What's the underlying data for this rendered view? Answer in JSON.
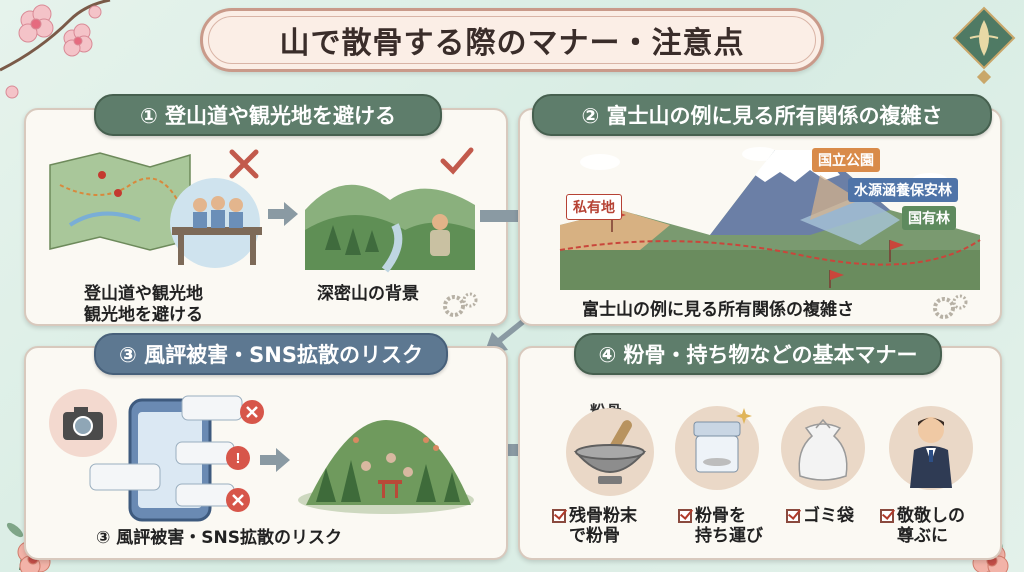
{
  "title": "山で散骨する際のマナー・注意点",
  "panel1": {
    "header": "① 登山道や観光地を避ける",
    "caption_left": "登山道や観光地\n観光地を避ける",
    "caption_right": "深密山の背景"
  },
  "panel2": {
    "header": "② 富士山の例に見る所有関係の複雑さ",
    "caption": "富士山の例に見る所有関係の複雑さ",
    "tags": {
      "private": "私有地",
      "park": "国立公園",
      "water": "水源涵養保安林",
      "national": "国有林"
    }
  },
  "panel3": {
    "header": "③ 風評被害・SNS拡散のリスク",
    "caption": "③ 風評被害・SNS拡散のリスク"
  },
  "panel4": {
    "header": "④ 粉骨・持ち物などの基本マナー",
    "bowl_label": "粉骨",
    "items": [
      "残骨粉末\nで粉骨",
      "粉骨を\n持ち運び",
      "ゴミ袋",
      "敬敬しの\n尊ぶに"
    ]
  },
  "colors": {
    "green_header": "#5e7d6b",
    "blue_header": "#5d7891",
    "title_border": "#c99a8a"
  }
}
